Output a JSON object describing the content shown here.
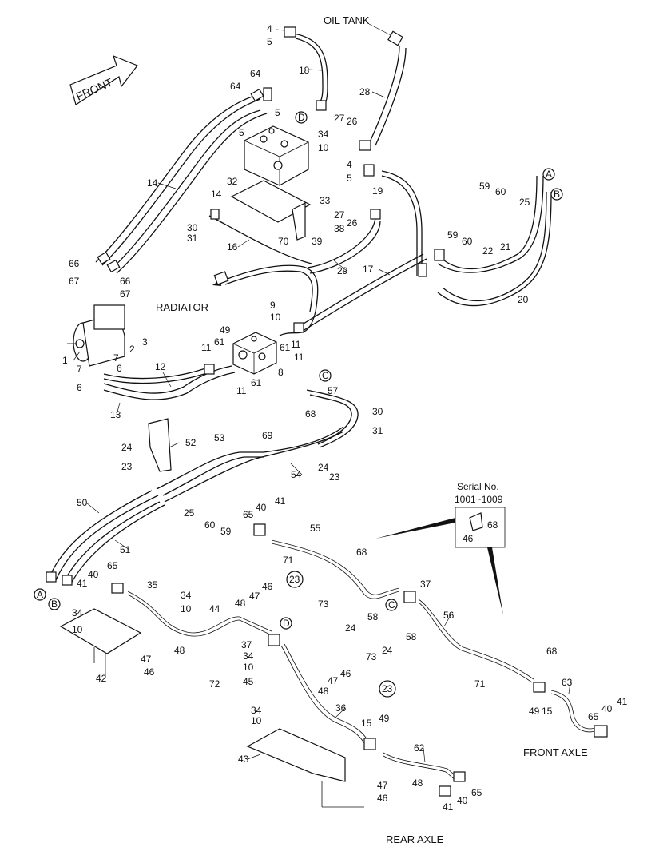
{
  "captions": {
    "oil_tank": "OIL TANK",
    "radiator": "RADIATOR",
    "front_axle": "FRONT AXLE",
    "rear_axle": "REAR AXLE",
    "front_arrow": "FRONT",
    "serial_title": "Serial No.",
    "serial_range": "1001~1009"
  },
  "circles": {
    "A": "A",
    "B": "B",
    "C": "C",
    "D": "D",
    "ref23": "23"
  },
  "labels": {
    "l1": "1",
    "l2": "2",
    "l3": "3",
    "l4a": "4",
    "l4b": "4",
    "l5a": "5",
    "l5b": "5",
    "l5c": "5",
    "l5d": "5",
    "l6a": "6",
    "l6b": "6",
    "l7a": "7",
    "l7b": "7",
    "l8": "8",
    "l9": "9",
    "l10a": "10",
    "l10b": "10",
    "l10c": "10",
    "l10d": "10",
    "l10e": "10",
    "l10f": "10",
    "l11a": "11",
    "l11b": "11",
    "l11c": "11",
    "l12": "12",
    "l13": "13",
    "l14a": "14",
    "l14b": "14",
    "l15a": "15",
    "l15b": "15",
    "l16": "16",
    "l17": "17",
    "l18": "18",
    "l19": "19",
    "l20": "20",
    "l21": "21",
    "l22": "22",
    "l23a": "23",
    "l23b": "23",
    "l24a": "24",
    "l24b": "24",
    "l24c": "24",
    "l24d": "24",
    "l25a": "25",
    "l25b": "25",
    "l26a": "26",
    "l26b": "26",
    "l27a": "27",
    "l27b": "27",
    "l28": "28",
    "l29": "29",
    "l30a": "30",
    "l30b": "30",
    "l31a": "31",
    "l31b": "31",
    "l32": "32",
    "l33": "33",
    "l34a": "34",
    "l34b": "34",
    "l34c": "34",
    "l34d": "34",
    "l34e": "34",
    "l35": "35",
    "l36": "36",
    "l37a": "37",
    "l37b": "37",
    "l38": "38",
    "l39": "39",
    "l40a": "40",
    "l40b": "40",
    "l40c": "40",
    "l40d": "40",
    "l41a": "41",
    "l41b": "41",
    "l41c": "41",
    "l41d": "41",
    "l42": "42",
    "l43": "43",
    "l44": "44",
    "l45": "45",
    "l46a": "46",
    "l46b": "46",
    "l46c": "46",
    "l46d": "46",
    "l46e": "46",
    "l47a": "47",
    "l47b": "47",
    "l47c": "47",
    "l47d": "47",
    "l48a": "48",
    "l48b": "48",
    "l48c": "48",
    "l48d": "48",
    "l49a": "49",
    "l49b": "49",
    "l49c": "49",
    "l50": "50",
    "l51": "51",
    "l52": "52",
    "l53": "53",
    "l54": "54",
    "l55": "55",
    "l56": "56",
    "l57": "57",
    "l58a": "58",
    "l58b": "58",
    "l59a": "59",
    "l59b": "59",
    "l59c": "59",
    "l60a": "60",
    "l60b": "60",
    "l60c": "60",
    "l61a": "61",
    "l61b": "61",
    "l61c": "61",
    "l62": "62",
    "l63": "63",
    "l64a": "64",
    "l64b": "64",
    "l65a": "65",
    "l65b": "65",
    "l65c": "65",
    "l65d": "65",
    "l66a": "66",
    "l66b": "66",
    "l67a": "67",
    "l67b": "67",
    "l68a": "68",
    "l68b": "68",
    "l68c": "68",
    "l68d": "68",
    "l69": "69",
    "l70": "70",
    "l71a": "71",
    "l71b": "71",
    "l72": "72",
    "l73a": "73",
    "l73b": "73"
  }
}
